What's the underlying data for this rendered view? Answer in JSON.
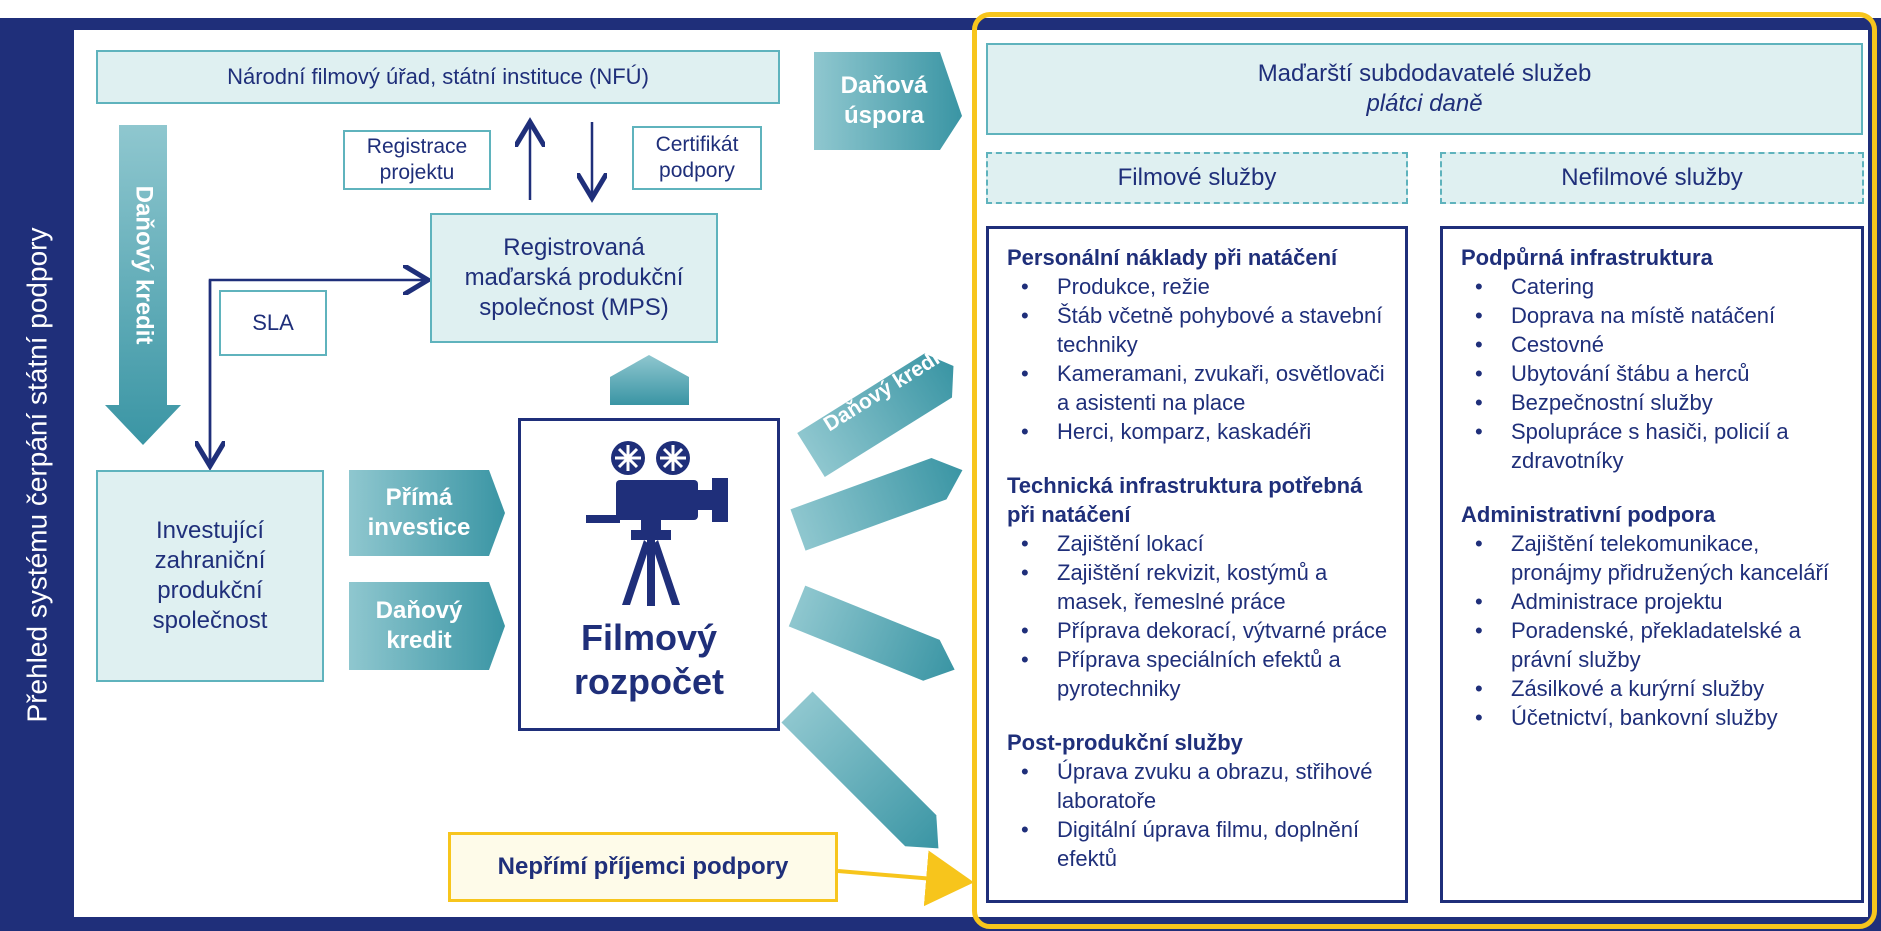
{
  "side_title": "Přehled systému čerpání státní podpory",
  "nfu": "Národní filmový úřad, státní instituce (NFÚ)",
  "registrace": "Registrace projektu",
  "certifikat": "Certifikát podpory",
  "mps": "Registrovaná maďarská produkční společnost (MPS)",
  "sla": "SLA",
  "investujici": "Investující zahraniční produkční společnost",
  "danova_uspora": "Daňová úspora",
  "danovy_kredit_vertical": "Daňový kredit",
  "danovy_kredit_diag": "Daňový kredit",
  "prima_investice": "Přímá investice",
  "danovy_kredit_small": "Daňový kredit",
  "rozpocet": "Filmový rozpočet",
  "neprimi": "Nepřímí příjemci podpory",
  "subdodavatele_title": "Maďarští subdodavatelé služeb",
  "subdodavatele_sub": "plátci daně",
  "filmove": "Filmové služby",
  "nefilmove": "Nefilmové služby",
  "left_sections": [
    {
      "head": "Personální náklady při natáčení",
      "items": [
        "Produkce, režie",
        "Štáb včetně pohybové a stavební techniky",
        "Kameramani, zvukaři, osvětlovači a asistenti na place",
        "Herci, komparz, kaskadéři"
      ]
    },
    {
      "head": "Technická infrastruktura potřebná při natáčení",
      "items": [
        "Zajištění lokací",
        "Zajištění rekvizit, kostýmů a masek, řemeslné práce",
        "Příprava dekorací, výtvarné práce",
        "Příprava speciálních efektů a pyrotechniky"
      ]
    },
    {
      "head": "Post-produkční služby",
      "items": [
        "Úprava zvuku a obrazu, střihové laboratoře",
        "Digitální úprava filmu, doplnění efektů"
      ]
    }
  ],
  "right_sections": [
    {
      "head": "Podpůrná infrastruktura",
      "items": [
        "Catering",
        "Doprava na místě natáčení",
        "Cestovné",
        "Ubytování štábu a herců",
        "Bezpečnostní služby",
        "Spolupráce s hasiči, policií a zdravotníky"
      ]
    },
    {
      "head": "Administrativní podpora",
      "items": [
        "Zajištění telekomunikace, pronájmy přidružených kanceláří",
        "Administrace projektu",
        "Poradenské, překladatelské a právní služby",
        "Zásilkové a kurýrní služby",
        "Účetnictví, bankovní služby"
      ]
    }
  ],
  "colors": {
    "navy": "#1f2f7a",
    "teal": "#3d9aa8",
    "light": "#dff0f1",
    "gold": "#f7c51c"
  }
}
